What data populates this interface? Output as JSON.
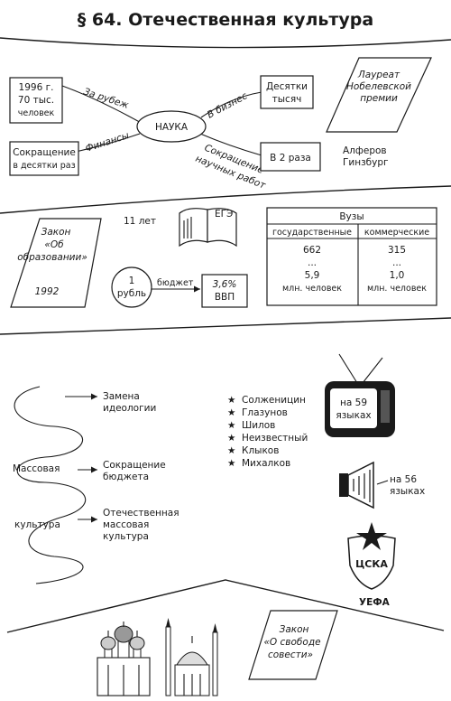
{
  "title": "§ 64. Отечественная культура",
  "science": {
    "center": "НАУКА",
    "abroad_label": "За рубеж",
    "abroad_box": [
      "1996 г.",
      "70 тыс.",
      "человек"
    ],
    "finance_label": "Финансы",
    "finance_box": [
      "Сокращение",
      "в десятки раз"
    ],
    "business_label": "В бизнес",
    "business_box": [
      "Десятки",
      "тысяч"
    ],
    "reduction_label": [
      "Сокращение",
      "научных работ"
    ],
    "reduction_box": "В 2 раза",
    "nobel": [
      "Лауреат",
      "Нобелевской",
      "премии"
    ],
    "laureates": [
      "Алферов",
      "Гинзбург"
    ]
  },
  "education": {
    "law": [
      "Закон",
      "«Об",
      "образовании»"
    ],
    "law_year": "1992",
    "years": "11 лет",
    "exam": "ЕГЭ",
    "ruble": [
      "1",
      "рубль"
    ],
    "budget_label": "бюджет",
    "gdp": [
      "3,6%",
      "ВВП"
    ],
    "unis": {
      "header": "Вузы",
      "col_state": "государственные",
      "col_comm": "коммерческие",
      "state": [
        "662",
        "...",
        "5,9",
        "млн. человек"
      ],
      "comm": [
        "315",
        "...",
        "1,0",
        "млн. человек"
      ]
    }
  },
  "mass": {
    "label1": "Массовая",
    "label2": "культура",
    "arrow1": [
      "Замена",
      "идеологии"
    ],
    "arrow2": [
      "Сокращение",
      "бюджета"
    ],
    "arrow3": [
      "Отечественная",
      "массовая",
      "культура"
    ],
    "writers": [
      "Солженицин",
      "Глазунов",
      "Шилов",
      "Неизвестный",
      "Клыков",
      "Михалков"
    ],
    "tv": [
      "на 59",
      "языках"
    ],
    "radio": [
      "на 56",
      "языках"
    ],
    "logo_letters": "ЦСКА",
    "uefa": "УЕФА"
  },
  "religion": {
    "law": [
      "Закон",
      "«О свободе",
      "совести»"
    ]
  }
}
